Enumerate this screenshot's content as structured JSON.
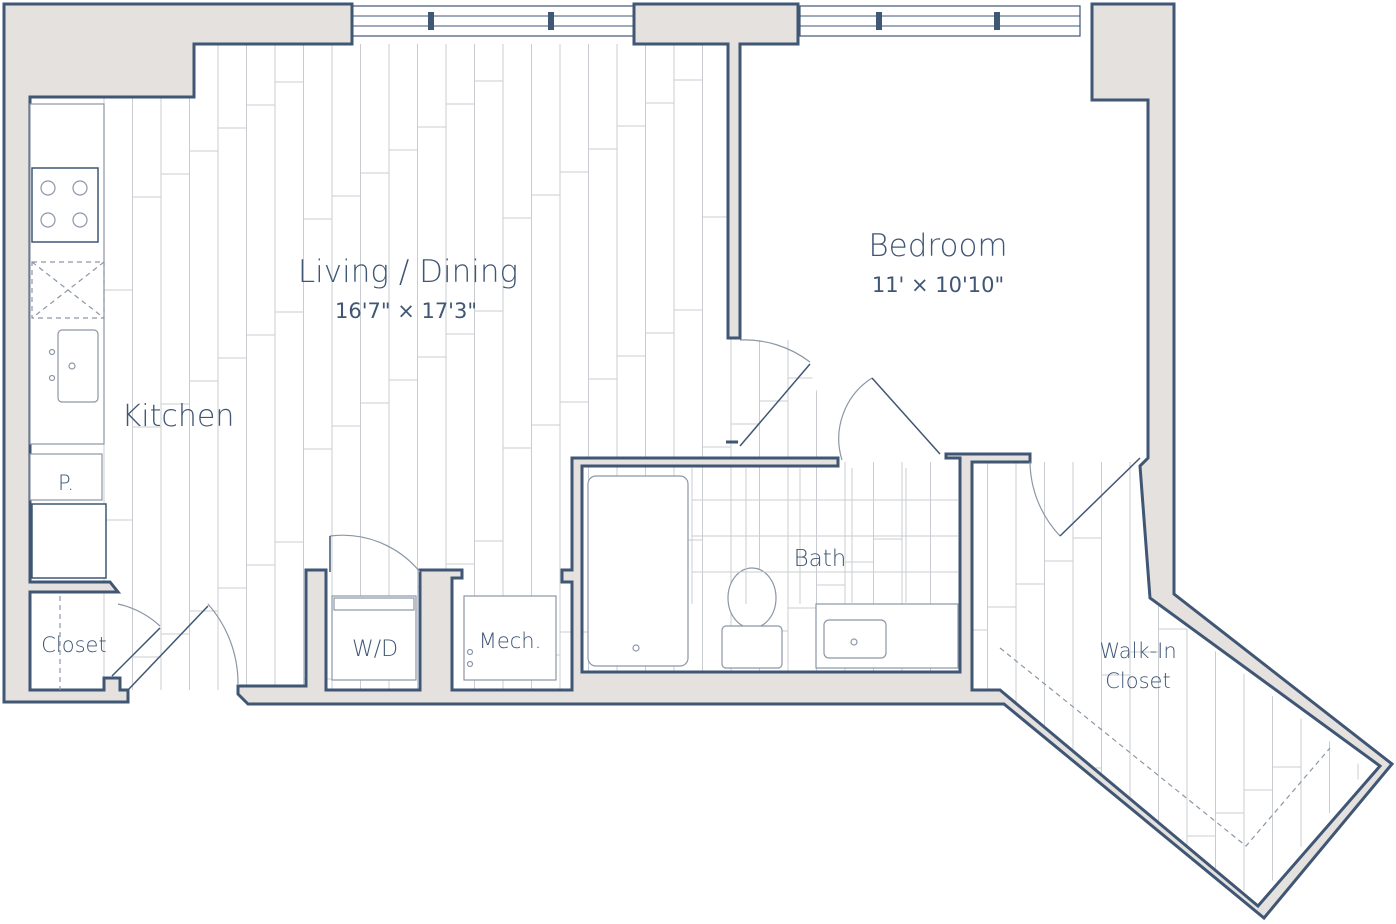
{
  "rooms": {
    "living": {
      "name": "Living / Dining",
      "size": "16'7\" × 17'3\""
    },
    "bedroom": {
      "name": "Bedroom",
      "size": "11' × 10'10\""
    },
    "kitchen": {
      "name": "Kitchen"
    },
    "bath": {
      "name": "Bath"
    },
    "closet": {
      "name": "Closet"
    },
    "wd": {
      "name": "W/D"
    },
    "mech": {
      "name": "Mech."
    },
    "pantry": {
      "name": "P."
    },
    "walkin_line1": {
      "name": "Walk-In"
    },
    "walkin_line2": {
      "name": "Closet"
    }
  },
  "colors": {
    "wall_fill": "#e5e1de",
    "wall_stroke": "#3f5674",
    "text": "#3f5674",
    "floor_lines": "#c9cdd2"
  }
}
